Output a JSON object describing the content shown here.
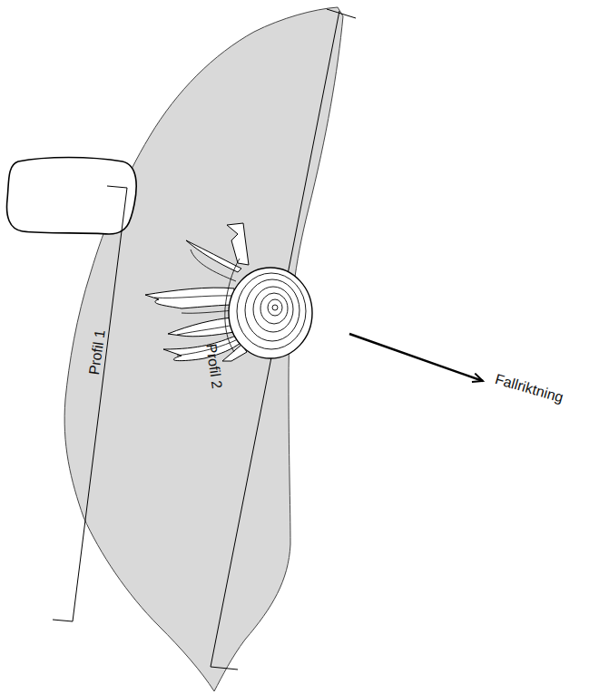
{
  "diagram": {
    "labels": [
      "Profil 1",
      "Profil 2",
      "Fallriktning"
    ]
  }
}
